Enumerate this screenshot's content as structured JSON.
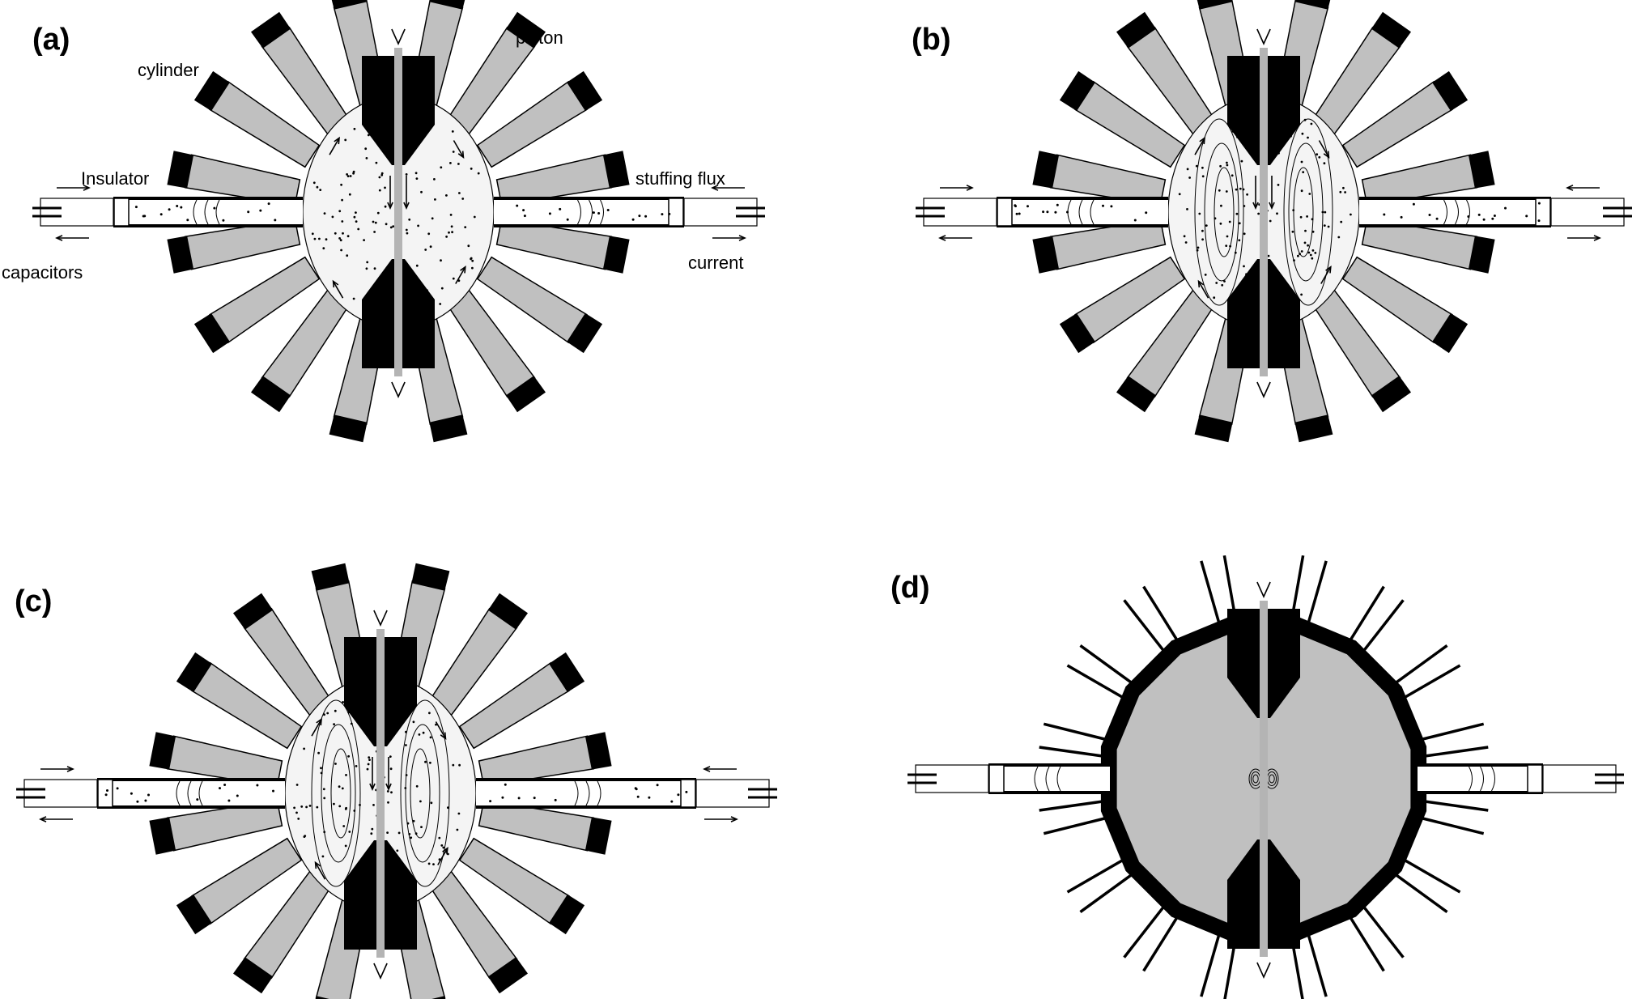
{
  "panels": [
    {
      "label": "(a)",
      "stage": "a"
    },
    {
      "label": "(b)",
      "stage": "b"
    },
    {
      "label": "(c)",
      "stage": "c"
    },
    {
      "label": "(d)",
      "stage": "d"
    }
  ],
  "annotations": {
    "piston": "piston",
    "cylinder": "cylinder",
    "insulator": "Insulator",
    "stuffing_flux": "stuffing flux",
    "capacitors": "capacitors",
    "current": "current"
  },
  "colors": {
    "cylinder_fill": "#c0c0c0",
    "piston_fill": "#000000",
    "plasma_fill": "#f4f4f4",
    "compressed_fill": "#c0c0c0",
    "axis_rod": "#b4b4b4",
    "line": "#000000"
  }
}
